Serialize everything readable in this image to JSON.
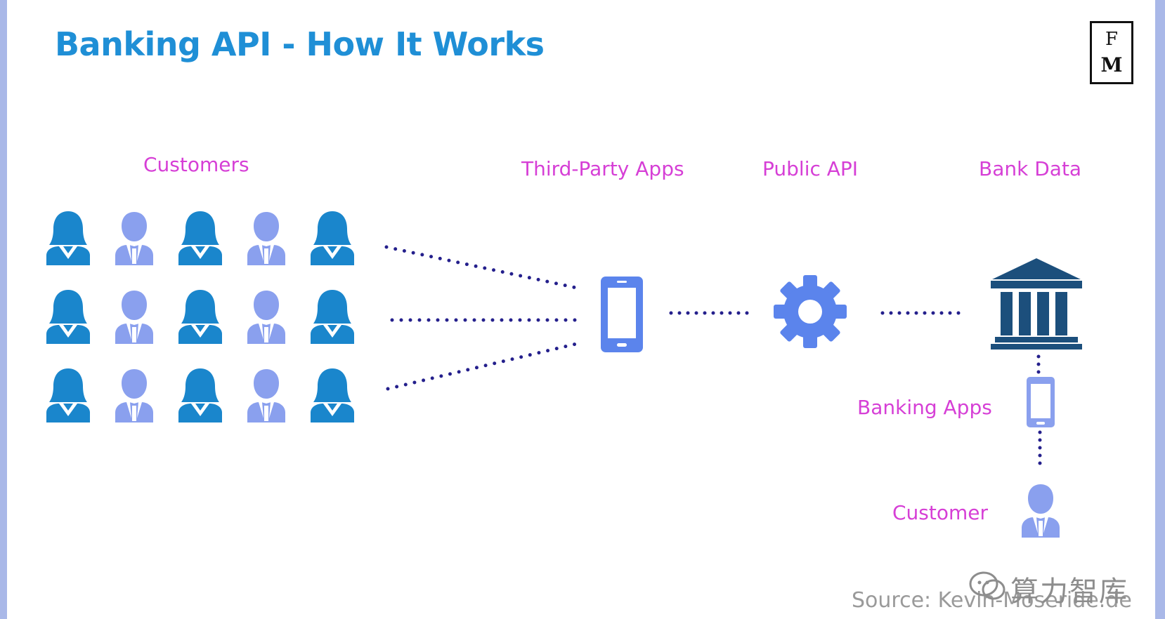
{
  "title": "Banking API - How It Works",
  "logo": {
    "line1": "F",
    "line2": "M"
  },
  "labels": {
    "customers": "Customers",
    "third_party_apps": "Third-Party Apps",
    "public_api": "Public API",
    "bank_data": "Bank Data",
    "banking_apps": "Banking Apps",
    "customer": "Customer"
  },
  "source": "Source: Kevin-Moseride.de",
  "watermark": "算力智库",
  "colors": {
    "title": "#1f8fd6",
    "label": "#d63fd6",
    "female_icon": "#1a86cc",
    "male_icon": "#8aa0ee",
    "device": "#5b84ec",
    "bank": "#1c4f7c",
    "dots": "#241f8c"
  },
  "customers_grid": {
    "rows": 3,
    "pattern": [
      "female",
      "male",
      "female",
      "male",
      "female"
    ]
  }
}
